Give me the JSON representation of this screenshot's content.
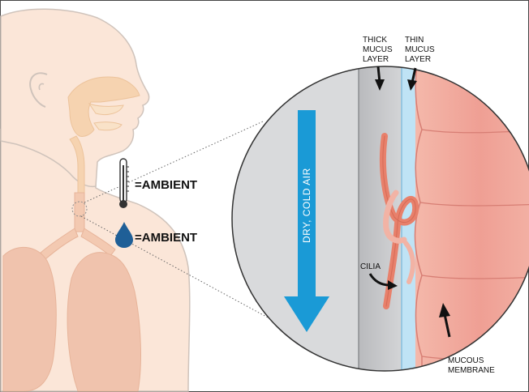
{
  "labels": {
    "ambient_top": "=AMBIENT",
    "ambient_bottom": "=AMBIENT",
    "airflow": "DRY, COLD AIR",
    "thick_line1": "THICK",
    "thick_line2": "MUCUS",
    "thick_line3": "LAYER",
    "thin_line1": "THIN",
    "thin_line2": "MUCUS",
    "thin_line3": "LAYER",
    "cilia": "CILIA",
    "membrane_line1": "MUCOUS",
    "membrane_line2": "MEMBRANE"
  },
  "colors": {
    "skin": "#fbe6d8",
    "skin_outline": "#cfc3bb",
    "nasal": "#f6d3b0",
    "lungs": "#f0c3ad",
    "mucus_thick": "#c9cacc",
    "mucus_thin": "#bfe3f5",
    "membrane": "#f1a79e",
    "cilia": "#e8806b",
    "arrow_blue": "#1a9ad6",
    "drop_blue": "#1f5f97"
  }
}
